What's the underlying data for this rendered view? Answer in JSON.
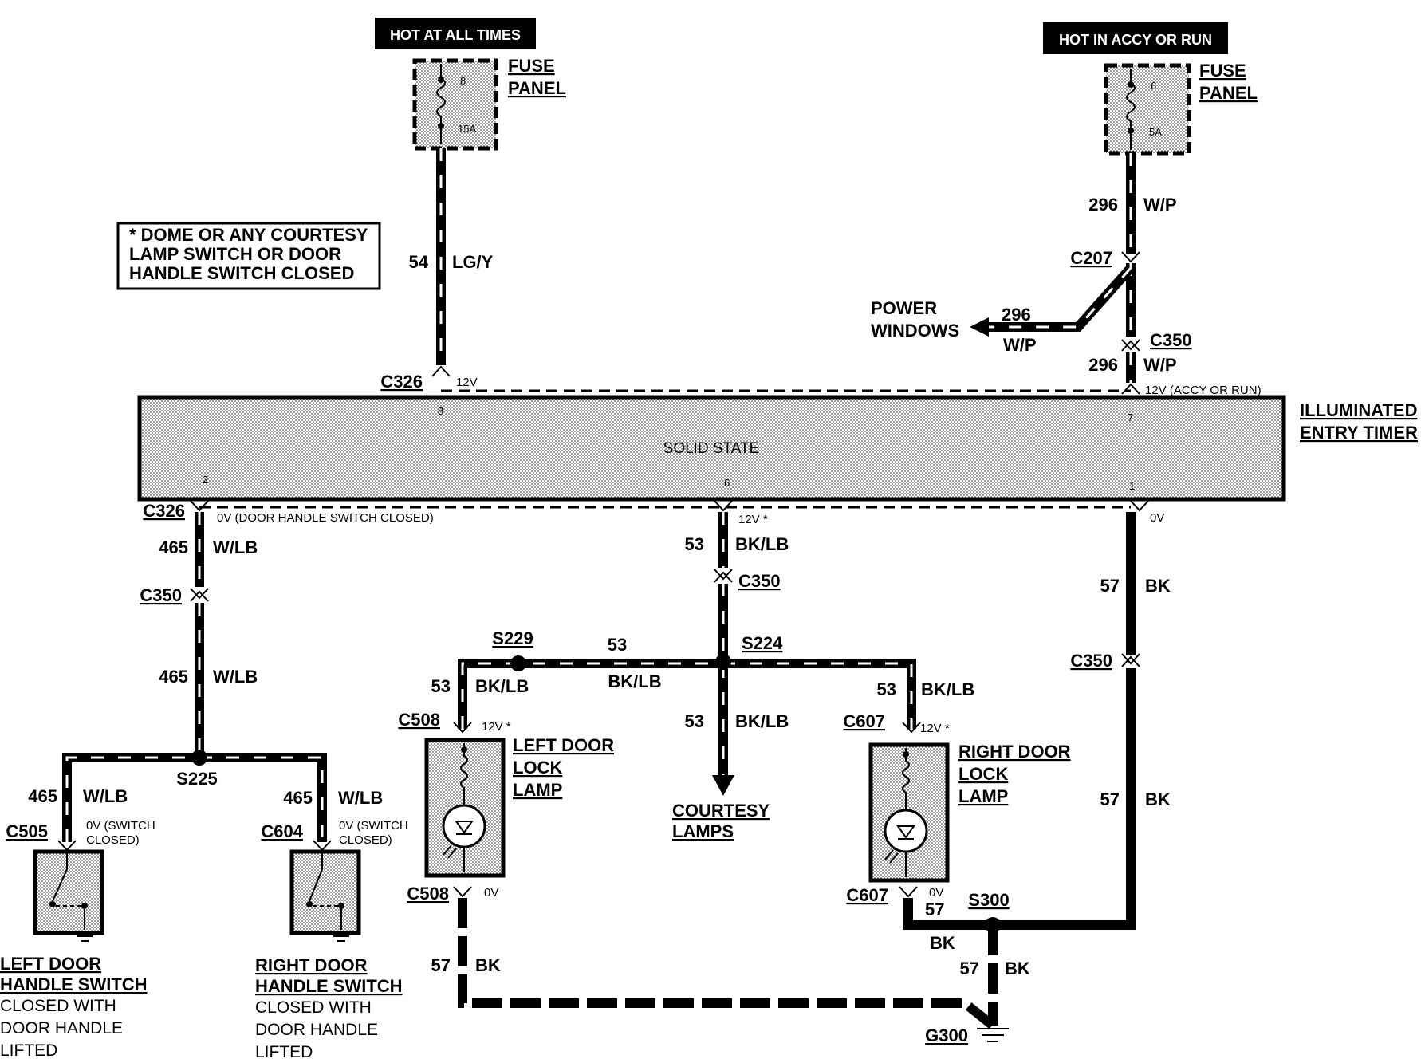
{
  "hot_sources": [
    {
      "label": "HOT AT ALL TIMES",
      "fuse_panel": "FUSE PANEL",
      "fuse_number": "8",
      "fuse_rating": "15A"
    },
    {
      "label": "HOT IN ACCY OR RUN",
      "fuse_panel": "FUSE PANEL",
      "fuse_number": "6",
      "fuse_rating": "5A"
    }
  ],
  "note": [
    "* DOME OR ANY COURTESY",
    "LAMP SWITCH OR DOOR",
    "HANDLE SWITCH CLOSED"
  ],
  "module": {
    "name": [
      "ILLUMINATED",
      "ENTRY TIMER"
    ],
    "type": "SOLID STATE",
    "pins": [
      "8",
      "7",
      "2",
      "6",
      "1"
    ]
  },
  "wires": {
    "w54": {
      "circuit": "54",
      "color": "LG/Y"
    },
    "w296_top": {
      "circuit": "296",
      "color": "W/P"
    },
    "w296_pw": {
      "circuit": "296",
      "color": "W/P"
    },
    "w296_low": {
      "circuit": "296",
      "color": "W/P"
    },
    "w465_a": {
      "circuit": "465",
      "color": "W/LB"
    },
    "w465_b": {
      "circuit": "465",
      "color": "W/LB"
    },
    "w465_l": {
      "circuit": "465",
      "color": "W/LB"
    },
    "w465_r": {
      "circuit": "465",
      "color": "W/LB"
    },
    "w53_top": {
      "circuit": "53",
      "color": "BK/LB"
    },
    "w53_s229": {
      "circuit": "53",
      "color": "BK/LB"
    },
    "w53_mid": {
      "circuit": "53",
      "color": "BK/LB"
    },
    "w53_low": {
      "circuit": "53",
      "color": "BK/LB"
    },
    "w53_right": {
      "circuit": "53",
      "color": "BK/LB"
    },
    "w57_top": {
      "circuit": "57",
      "color": "BK"
    },
    "w57_mid": {
      "circuit": "57",
      "color": "BK"
    },
    "w57_left": {
      "circuit": "57",
      "color": "BK"
    },
    "w57_rlamp": {
      "circuit": "57",
      "color": "BK"
    },
    "w57_ground": {
      "circuit": "57",
      "color": "BK"
    }
  },
  "connectors": {
    "c326_top": "C326",
    "c207": "C207",
    "c350_top": "C350",
    "c326_left": "C326",
    "c350_left": "C350",
    "c350_mid": "C350",
    "c350_right": "C350",
    "c505": "C505",
    "c604": "C604",
    "c508_top": "C508",
    "c508_bot": "C508",
    "c607_top": "C607",
    "c607_bot": "C607",
    "s225": "S225",
    "s229": "S229",
    "s224": "S224",
    "s300": "S300",
    "g300": "G300"
  },
  "voltages": {
    "pin8": "12V",
    "pin7": "12V (ACCY OR RUN)",
    "pin2": "0V (DOOR HANDLE SWITCH CLOSED)",
    "pin6": "12V *",
    "pin1": "0V",
    "c505": [
      "0V (SWITCH",
      "CLOSED)"
    ],
    "c604": [
      "0V (SWITCH",
      "CLOSED)"
    ],
    "c508_top": "12V *",
    "c508_bot": "0V",
    "c607_top": "12V *",
    "c607_bot": "0V"
  },
  "power_windows": [
    "POWER",
    "WINDOWS"
  ],
  "courtesy_lamps": [
    "COURTESY",
    "LAMPS"
  ],
  "left_lamp": [
    "LEFT DOOR",
    "LOCK",
    "LAMP"
  ],
  "right_lamp": [
    "RIGHT DOOR",
    "LOCK",
    "LAMP"
  ],
  "left_switch": {
    "title": [
      "LEFT DOOR",
      "HANDLE SWITCH"
    ],
    "desc": [
      "CLOSED WITH",
      "DOOR HANDLE",
      "LIFTED"
    ]
  },
  "right_switch": {
    "title": [
      "RIGHT DOOR",
      "HANDLE SWITCH"
    ],
    "desc": [
      "CLOSED WITH",
      "DOOR HANDLE",
      "LIFTED"
    ]
  }
}
